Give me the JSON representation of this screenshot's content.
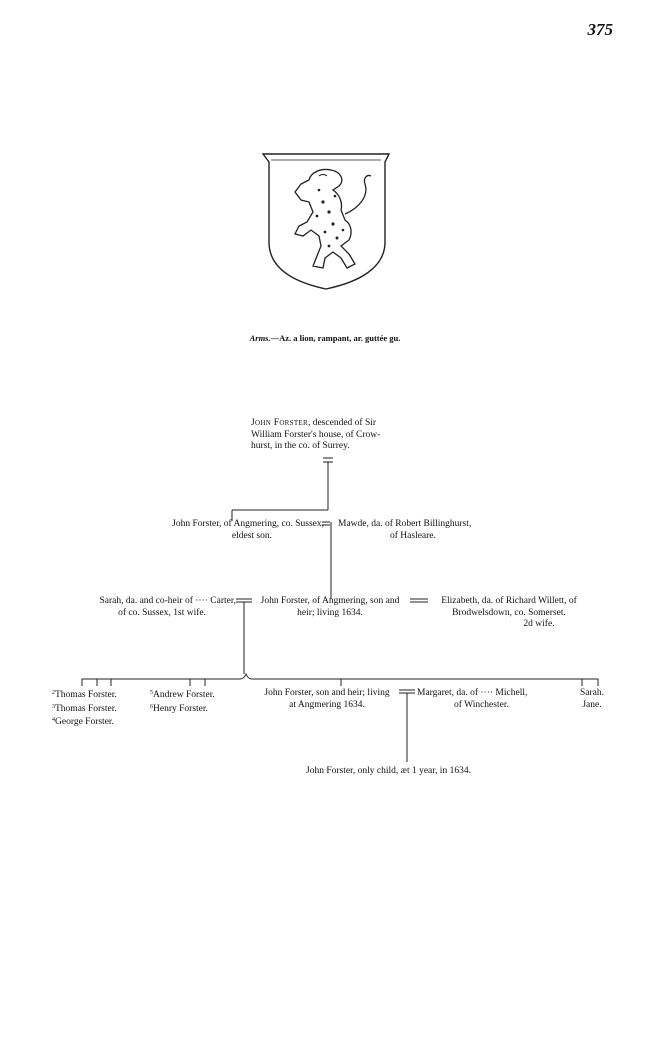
{
  "page_number": "375",
  "arms": {
    "label": "Arms.",
    "text": "—Az. a lion, rampant, ar. guttée gu."
  },
  "shield_icon": "shield-lion-rampant-icon",
  "people": {
    "founder": {
      "name": "John Forster",
      "line1": ", descended of Sir",
      "line2": "William Forster's house, of Crow-",
      "line3": "hurst, in the co. of Surrey."
    },
    "gen2_john": {
      "line1": "John Forster, of Angmering, co. Sussex,",
      "line2": "eldest son."
    },
    "gen2_mawde": {
      "line1": "Mawde, da. of Robert Billinghurst,",
      "line2": "of Hasleare."
    },
    "gen3_sarah": {
      "line1": "Sarah, da. and co-heir of ···· Carter,",
      "line2": "of co. Sussex, 1st wife."
    },
    "gen3_john": {
      "line1": "John Forster, of Angmering, son and",
      "line2": "heir; living 1634."
    },
    "gen3_elizabeth": {
      "line1": "Elizabeth, da. of Richard Willett, of",
      "line2": "Brodwelsdown, co. Somerset.",
      "line3": "2d wife."
    },
    "gen4_sons_a": {
      "n1": "2",
      "l1": "Thomas Forster.",
      "n2": "3",
      "l2": "Thomas Forster.",
      "n3": "4",
      "l3": "George Forster."
    },
    "gen4_sons_b": {
      "n1": "5",
      "l1": "Andrew Forster.",
      "n2": "6",
      "l2": "Henry Forster."
    },
    "gen4_john": {
      "line1": "John Forster, son and heir; living",
      "line2": "at Angmering 1634."
    },
    "gen4_margaret": {
      "line1": "Margaret, da. of ···· Michell,",
      "line2": "of Winchester."
    },
    "gen4_daughters": {
      "line1": "Sarah.",
      "line2": "Jane."
    },
    "gen5_john": {
      "line1": "John Forster, only child, æt 1 year, in 1634."
    }
  }
}
